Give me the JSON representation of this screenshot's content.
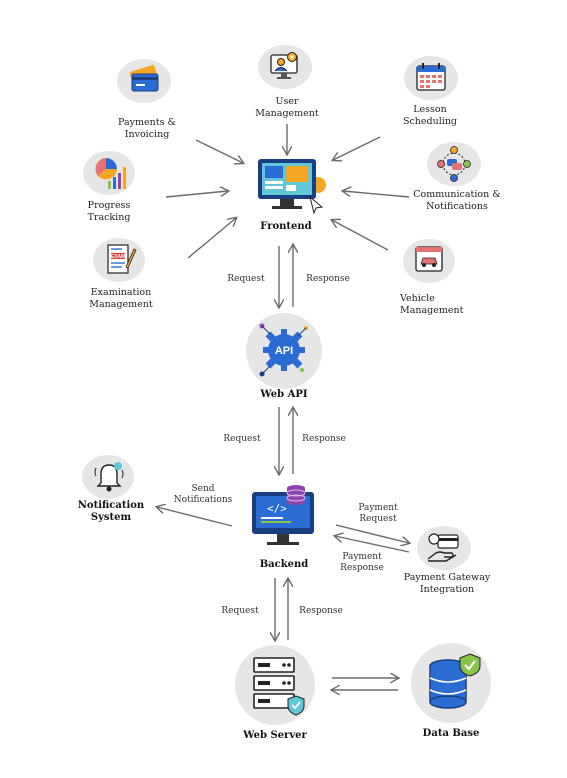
{
  "nodes": {
    "payments": [
      "Payments &",
      "Invoicing"
    ],
    "user_mgmt": [
      "User",
      "Management"
    ],
    "lesson": [
      "Lesson",
      "Scheduling"
    ],
    "progress": [
      "Progress",
      "Tracking"
    ],
    "communication": [
      "Communication &",
      "Notifications"
    ],
    "examination": [
      "Examination",
      "Management"
    ],
    "vehicle": [
      "Vehicle",
      "Management"
    ],
    "frontend": "Frontend",
    "web_api": "Web API",
    "api_badge": "API",
    "notification_system": [
      "Notification",
      "System"
    ],
    "backend": "Backend",
    "payment_gateway": [
      "Payment Gateway",
      "Integration"
    ],
    "web_server": "Web Server",
    "database": "Data Base",
    "exam_badge": "EXAM"
  },
  "edges": {
    "req1": "Request",
    "res1": "Response",
    "req2": "Request",
    "res2": "Response",
    "send_notifications": [
      "Send",
      "Notifications"
    ],
    "payment_request": [
      "Payment",
      "Request"
    ],
    "payment_response": [
      "Payment",
      "Response"
    ],
    "req3": "Request",
    "res3": "Response"
  },
  "colors": {
    "circle_bg": "#e6e6e6",
    "arrow": "#6b6b6b",
    "accent_blue": "#2b6cd4",
    "accent_orange": "#f5a623",
    "accent_green": "#8bc34a",
    "accent_purple": "#8e44ad"
  }
}
